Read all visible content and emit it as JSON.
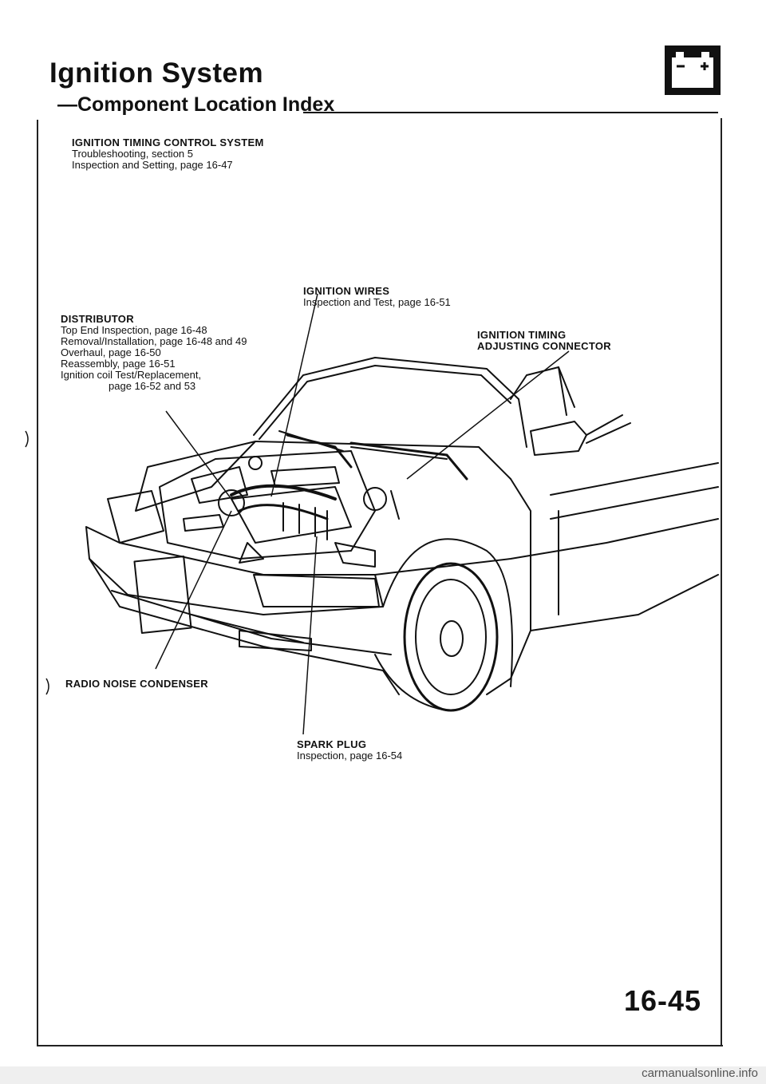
{
  "header": {
    "title": "Ignition System",
    "subtitle": "—Component Location Index"
  },
  "icons": {
    "battery": "battery-icon"
  },
  "labels": {
    "timing_control": {
      "name": "IGNITION TIMING CONTROL SYSTEM",
      "lines": [
        "Troubleshooting, section 5",
        "Inspection and Setting, page 16-47"
      ]
    },
    "ignition_wires": {
      "name": "IGNITION WIRES",
      "lines": [
        "Inspection and Test, page 16-51"
      ]
    },
    "distributor": {
      "name": "DISTRIBUTOR",
      "lines": [
        "Top End Inspection, page 16-48",
        "Removal/Installation, page 16-48 and 49",
        "Overhaul, page 16-50",
        "Reassembly, page 16-51",
        "Ignition coil Test/Replacement,",
        "page 16-52 and 53"
      ]
    },
    "timing_connector": {
      "name_line1": "IGNITION TIMING",
      "name_line2": "ADJUSTING CONNECTOR"
    },
    "radio_condenser": {
      "name": "RADIO NOISE CONDENSER"
    },
    "spark_plug": {
      "name": "SPARK PLUG",
      "lines": [
        "Inspection, page 16-54"
      ]
    }
  },
  "page_number": "16-45",
  "footer": "carmanualsonline.info"
}
